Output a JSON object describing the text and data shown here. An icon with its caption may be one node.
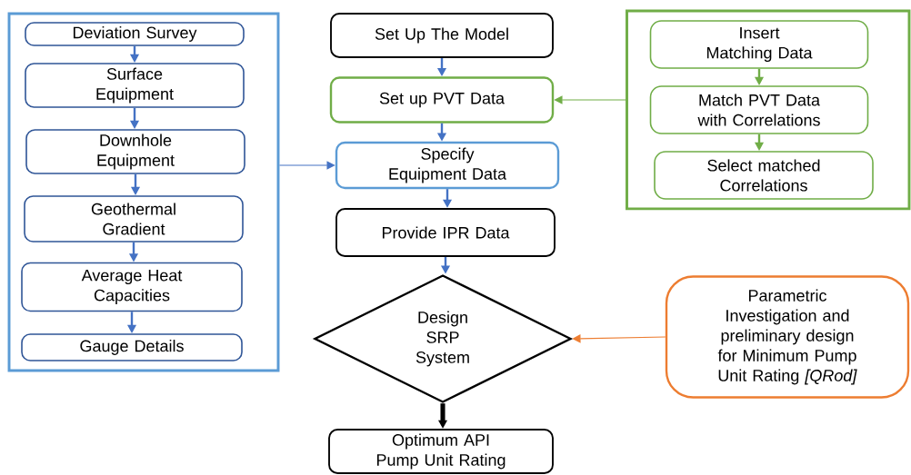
{
  "diagram": {
    "nodes": [
      {
        "text": [],
        "shape": "box"
      },
      {
        "text": [
          "Deviation Survey"
        ],
        "in": 0
      },
      {
        "text": [
          "Surface Equipment"
        ],
        "in": 0
      },
      {
        "text": [
          "Downhole Equipment"
        ],
        "in": 0
      },
      {
        "text": [
          "Geothermal Gradient"
        ],
        "in": 0
      },
      {
        "text": [
          "Average Heat Capacities"
        ],
        "in": 0
      },
      {
        "text": [
          "Gauge Details"
        ],
        "in": 0
      },
      {
        "text": [
          "Set Up The Model"
        ]
      },
      {
        "text": [
          "Set up PVT Data"
        ]
      },
      {
        "text": [
          "Specify Equipment Data"
        ]
      },
      {
        "text": [
          "Provide IPR Data"
        ]
      },
      {
        "text": [
          "Design SRP System"
        ]
      },
      {
        "text": [
          "Optimum API Pump Unit Rating"
        ]
      },
      {
        "text": [],
        "shape": "box"
      },
      {
        "text": [
          "Insert Matching Data"
        ],
        "in": 13
      },
      {
        "text": [
          "Match PVT Data with Correlations"
        ],
        "in": 13
      },
      {
        "text": [
          "Select matched Correlations"
        ],
        "in": 13
      },
      {
        "text": [
          "Parametric Investigation and preliminary design for Minimum Pump Unit Rating *[QRod]*"
        ]
      }
    ],
    "edges": [
      {
        "from": 1,
        "to": 2,
        "arrow": "to"
      },
      {
        "from": 2,
        "to": 3,
        "arrow": "to"
      },
      {
        "from": 3,
        "to": 4,
        "arrow": "to"
      },
      {
        "from": 4,
        "to": 5,
        "arrow": "to"
      },
      {
        "from": 5,
        "to": 6,
        "arrow": "to"
      },
      {
        "from": 0,
        "to": 9,
        "arrow": "to"
      },
      {
        "from": 7,
        "to": 8,
        "arrow": "to"
      },
      {
        "from": 8,
        "to": 9,
        "arrow": "to"
      },
      {
        "from": 9,
        "to": 10,
        "arrow": "to"
      },
      {
        "from": 10,
        "to": 11,
        "arrow": "to"
      },
      {
        "from": 11,
        "to": 12,
        "arrow": "to",
        "style": "thick",
        "color": "#000000"
      },
      {
        "from": 13,
        "to": 8,
        "arrow": "to",
        "color": "#70ad47"
      },
      {
        "from": 14,
        "to": 15,
        "arrow": "to",
        "color": "#70ad47"
      },
      {
        "from": 15,
        "to": 16,
        "arrow": "to",
        "color": "#70ad47"
      },
      {
        "from": 17,
        "to": 11,
        "arrow": "to",
        "color": "#ed7d31"
      }
    ]
  }
}
